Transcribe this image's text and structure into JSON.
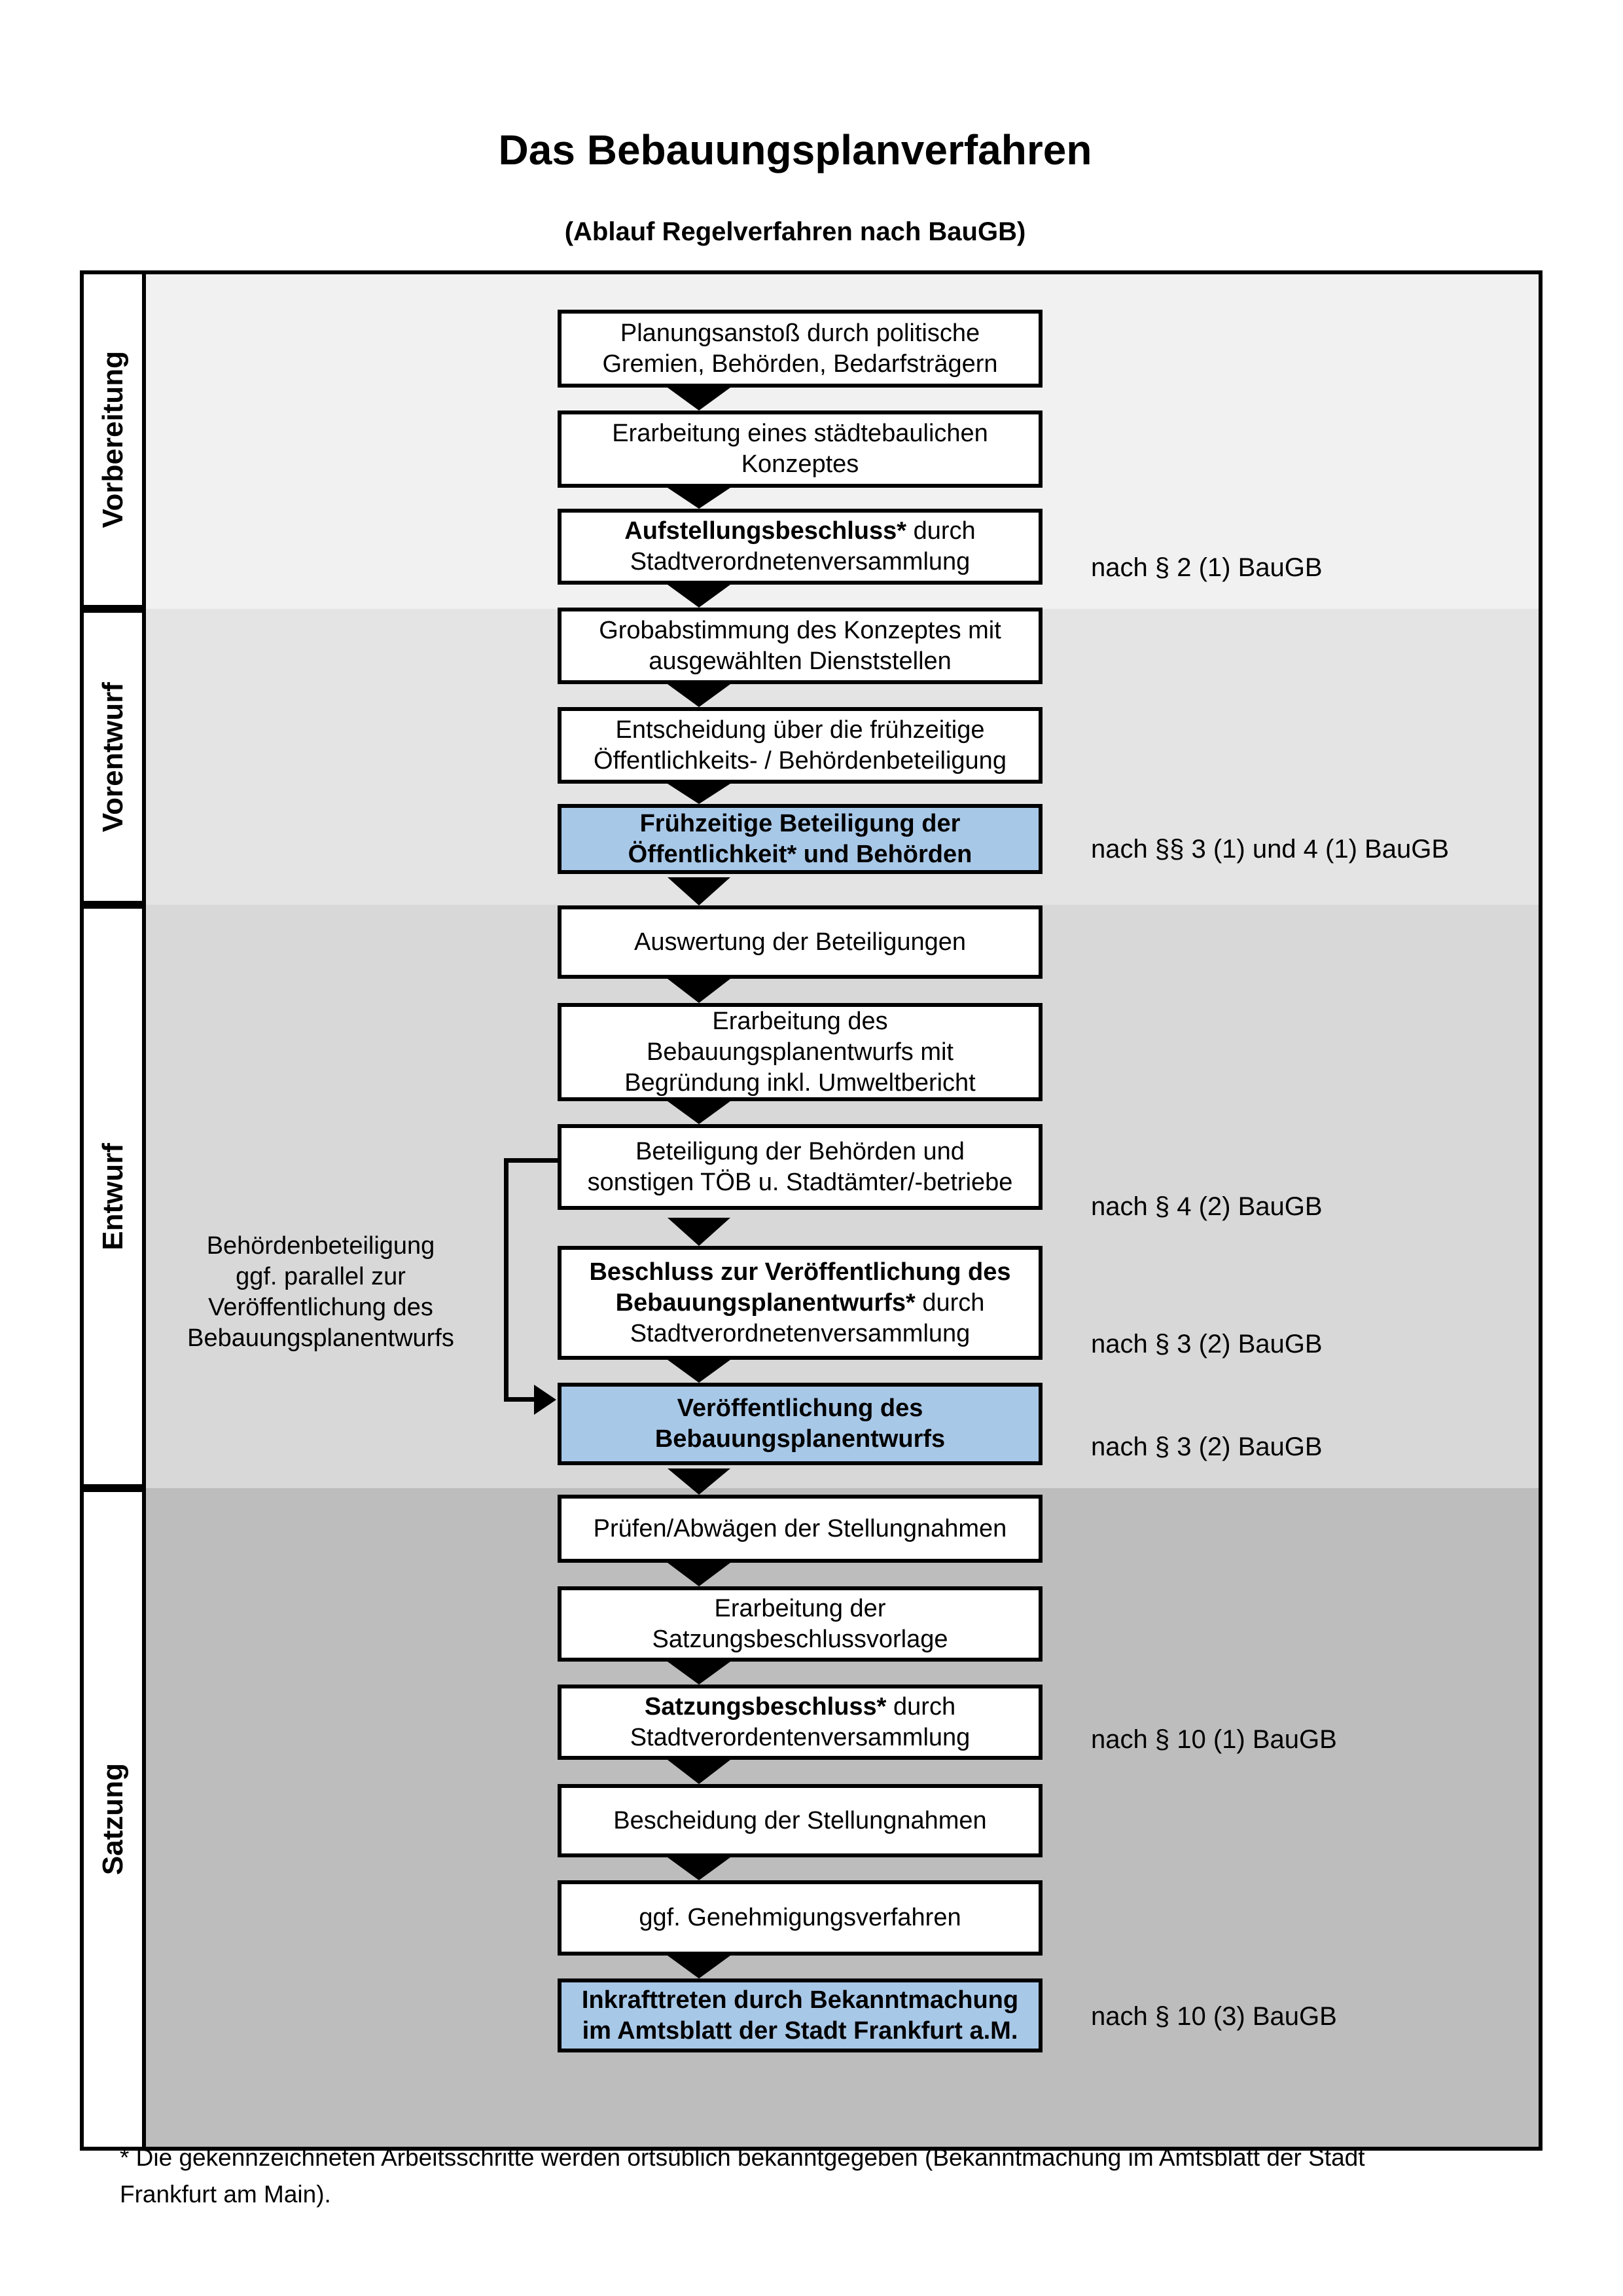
{
  "title": "Das Bebauungsplanverfahren",
  "subtitle": "(Ablauf Regelverfahren nach BauGB)",
  "phases": [
    {
      "label": "Vorbereitung"
    },
    {
      "label": "Vorentwurf"
    },
    {
      "label": "Entwurf"
    },
    {
      "label": "Satzung"
    }
  ],
  "flow": {
    "boxes": [
      {
        "lines": [
          {
            "r": "Planungsanstoß durch politische"
          },
          {
            "r": "Gremien, Behörden, Bedarfsträgern"
          }
        ]
      },
      {
        "lines": [
          {
            "r": "Erarbeitung eines städtebaulichen"
          },
          {
            "r": "Konzeptes"
          }
        ]
      },
      {
        "lines": [
          {
            "b": "Aufstellungsbeschluss*",
            "r": " durch"
          },
          {
            "r": "Stadtverordnetenversammlung"
          }
        ]
      },
      {
        "lines": [
          {
            "r": "Grobabstimmung des Konzeptes mit"
          },
          {
            "r": "ausgewählten Dienststellen"
          }
        ]
      },
      {
        "lines": [
          {
            "r": "Entscheidung über die frühzeitige"
          },
          {
            "r": "Öffentlichkeits- / Behördenbeteiligung"
          }
        ]
      },
      {
        "highlighted": true,
        "lines": [
          {
            "b": "Frühzeitige Beteiligung der"
          },
          {
            "b": "Öffentlichkeit* und Behörden"
          }
        ]
      },
      {
        "lines": [
          {
            "r": "Auswertung der Beteiligungen"
          }
        ]
      },
      {
        "lines": [
          {
            "r": "Erarbeitung des"
          },
          {
            "r": "Bebauungsplanentwurfs mit"
          },
          {
            "r": "Begründung inkl. Umweltbericht"
          }
        ]
      },
      {
        "lines": [
          {
            "r": "Beteiligung der Behörden und"
          },
          {
            "r": "sonstigen TÖB u. Stadtämter/-betriebe"
          }
        ]
      },
      {
        "lines": [
          {
            "b": "Beschluss zur Veröffentlichung des"
          },
          {
            "b": "Bebauungsplanentwurfs*",
            "r": " durch"
          },
          {
            "r": "Stadtverordnetenversammlung"
          }
        ]
      },
      {
        "highlighted": true,
        "lines": [
          {
            "b": "Veröffentlichung des"
          },
          {
            "b": "Bebauungsplanentwurfs"
          }
        ]
      },
      {
        "lines": [
          {
            "r": "Prüfen/Abwägen der Stellungnahmen"
          }
        ]
      },
      {
        "lines": [
          {
            "r": "Erarbeitung der"
          },
          {
            "r": "Satzungsbeschlussvorlage"
          }
        ]
      },
      {
        "lines": [
          {
            "b": "Satzungsbeschluss*",
            "r": " durch"
          },
          {
            "r": "Stadtverordentenversammlung"
          }
        ]
      },
      {
        "lines": [
          {
            "r": "Bescheidung der Stellungnahmen"
          }
        ]
      },
      {
        "lines": [
          {
            "r": "ggf. Genehmigungsverfahren"
          }
        ]
      },
      {
        "highlighted": true,
        "lines": [
          {
            "b": "Inkrafttreten",
            "r": " durch Bekanntmachung"
          },
          {
            "r": "im Amtsblatt der Stadt Frankfurt a.M."
          }
        ]
      }
    ]
  },
  "references": [
    "nach § 2 (1) BauGB",
    "nach §§ 3 (1) und 4 (1) BauGB",
    "nach § 4 (2) BauGB",
    "nach § 3 (2) BauGB",
    "nach § 3 (2) BauGB",
    "nach § 10 (1) BauGB",
    "nach § 10 (3) BauGB"
  ],
  "side_note": {
    "lines": [
      "Behördenbeteiligung",
      "ggf. parallel zur",
      "Veröffentlichung des",
      "Bebauungsplanentwurfs"
    ]
  },
  "footnote": {
    "lines": [
      "* Die gekennzeichneten Arbeitsschritte werden ortsüblich bekanntgegeben (Bekanntmachung im Amtsblatt  der Stadt",
      "Frankfurt am Main)."
    ]
  },
  "colors": {
    "highlight_box": "#a8c8e8",
    "band_vorbereitung": "#f1f1f1",
    "band_vorentwurf": "#e4e4e4",
    "band_entwurf": "#d8d8d8",
    "band_satzung": "#bdbdbd",
    "line": "#000000"
  }
}
